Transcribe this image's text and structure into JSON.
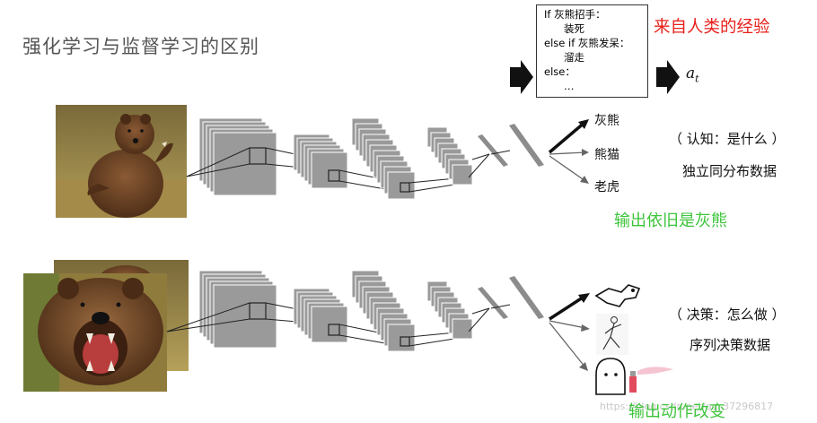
{
  "title": "强化学习与监督学习的区别",
  "code": {
    "lines": [
      "If 灰熊招手：",
      "装死",
      "else if 灰熊发呆：",
      "溜走",
      "else：",
      "…"
    ]
  },
  "experience_label": "来自人类的经验",
  "action_symbol": "a",
  "action_subscript": "t",
  "top_row": {
    "outputs": [
      "灰熊",
      "熊猫",
      "老虎"
    ],
    "side_title": "（ 认知：是什么 ）",
    "side_desc": "独立同分布数据",
    "result": "输出依旧是灰熊"
  },
  "bottom_row": {
    "side_title": "（ 决策：怎么做 ）",
    "side_desc": "序列决策数据",
    "result": "输出动作改变"
  },
  "watermark": "https://blog.csdn.net/qq_37296817",
  "colors": {
    "red_text": "#e8201b",
    "green_text": "#3ec43b",
    "layer_fill": "#9a9a9a",
    "layer_edge": "#ffffff"
  }
}
